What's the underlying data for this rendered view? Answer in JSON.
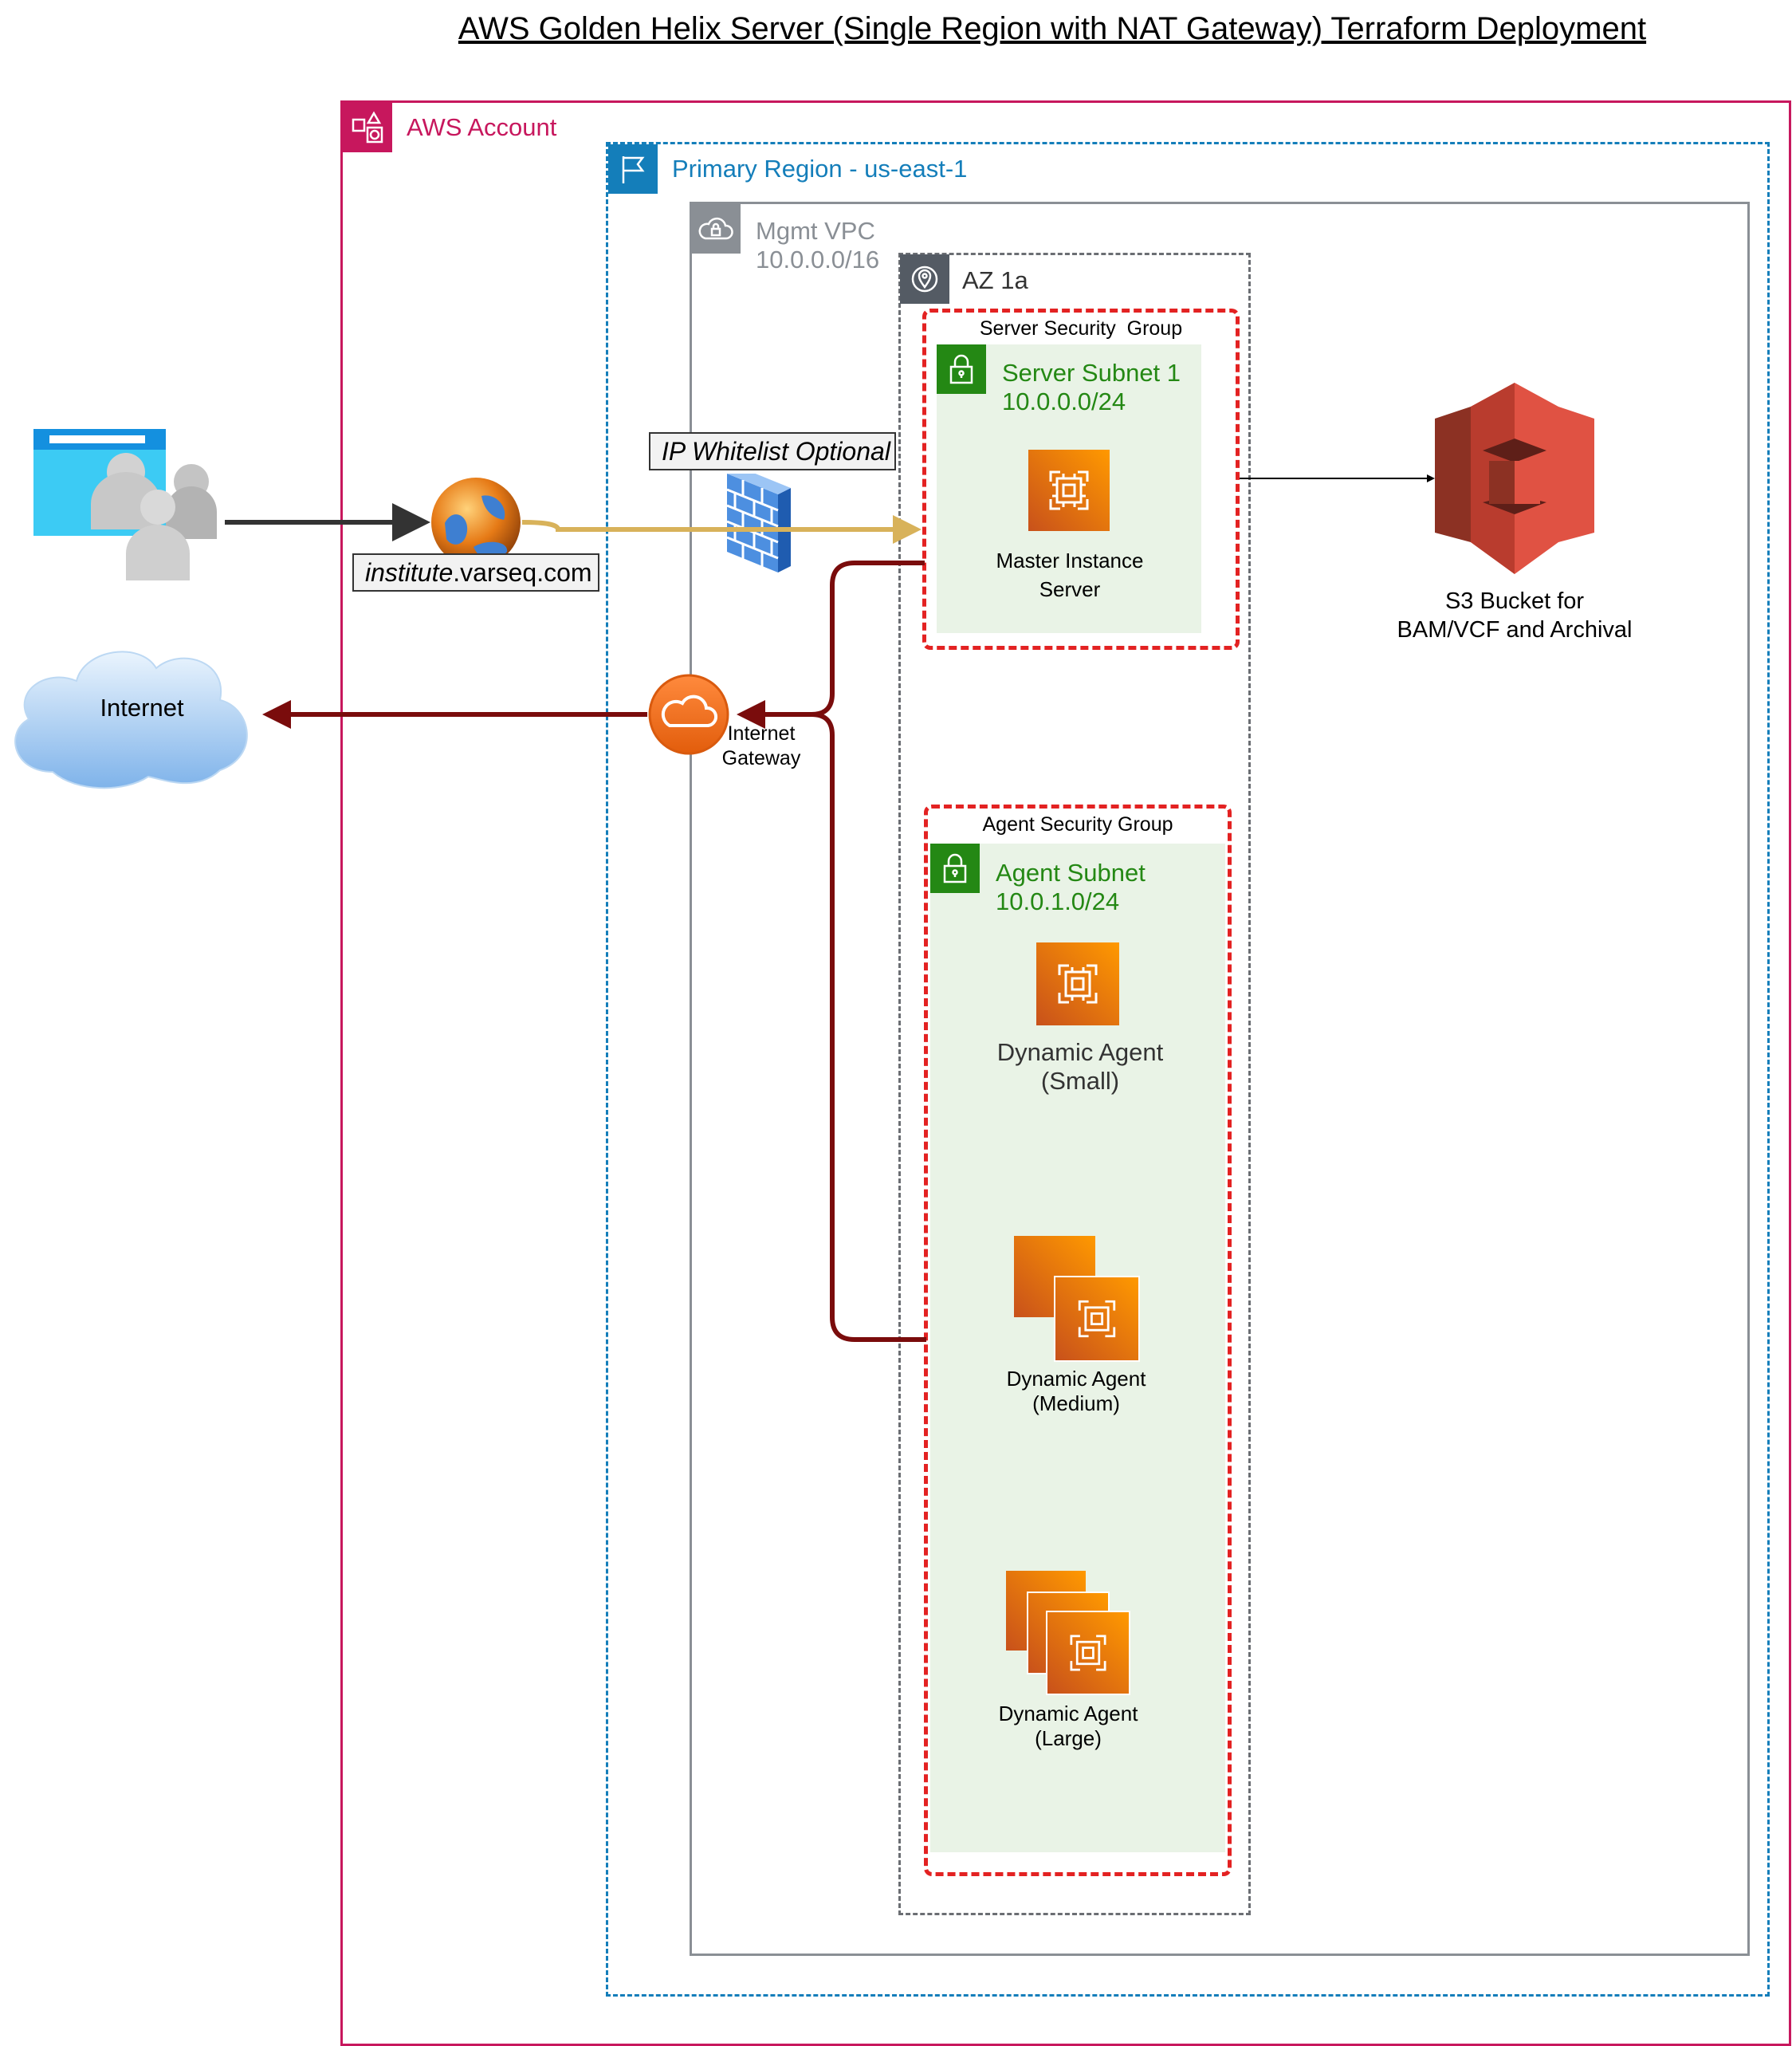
{
  "title": "AWS Golden Helix Server (Single Region with NAT Gateway) Terraform Deployment",
  "aws_account": {
    "label": "AWS Account"
  },
  "region": {
    "label": "Primary Region - us-east-1"
  },
  "vpc": {
    "name": "Mgmt VPC",
    "cidr": "10.0.0.0/16"
  },
  "az": {
    "label": "AZ 1a"
  },
  "server_sg": {
    "label": "Server Security  Group"
  },
  "server_subnet": {
    "name": "Server Subnet 1",
    "cidr": "10.0.0.0/24"
  },
  "master_instance": {
    "line1": "Master Instance",
    "line2": "Server"
  },
  "agent_sg": {
    "label": "Agent Security Group"
  },
  "agent_subnet": {
    "name": "Agent Subnet",
    "cidr": "10.0.1.0/24"
  },
  "agents": [
    {
      "line1": "Dynamic Agent",
      "line2": "(Small)"
    },
    {
      "line1": "Dynamic Agent",
      "line2": "(Medium)"
    },
    {
      "line1": "Dynamic Agent",
      "line2": "(Large)"
    }
  ],
  "s3": {
    "line1": "S3 Bucket for",
    "line2": "BAM/VCF and Archival"
  },
  "internet": {
    "label": "Internet"
  },
  "igw": {
    "line1": "Internet",
    "line2": "Gateway"
  },
  "whitelist": {
    "label": "IP Whitelist Optional"
  },
  "dns": {
    "prefix": "institute",
    "suffix": ".varseq.com"
  },
  "colors": {
    "account": "#c7175d",
    "region": "#147eba",
    "vpc": "#8a8f95",
    "subnet_green": "#248814",
    "security_group": "#e32222",
    "ec2_orange": "#ed7100",
    "s3_red": "#e05243",
    "internet_arrow": "#7a0c0c",
    "whitelist_arrow": "#d8b25a"
  }
}
